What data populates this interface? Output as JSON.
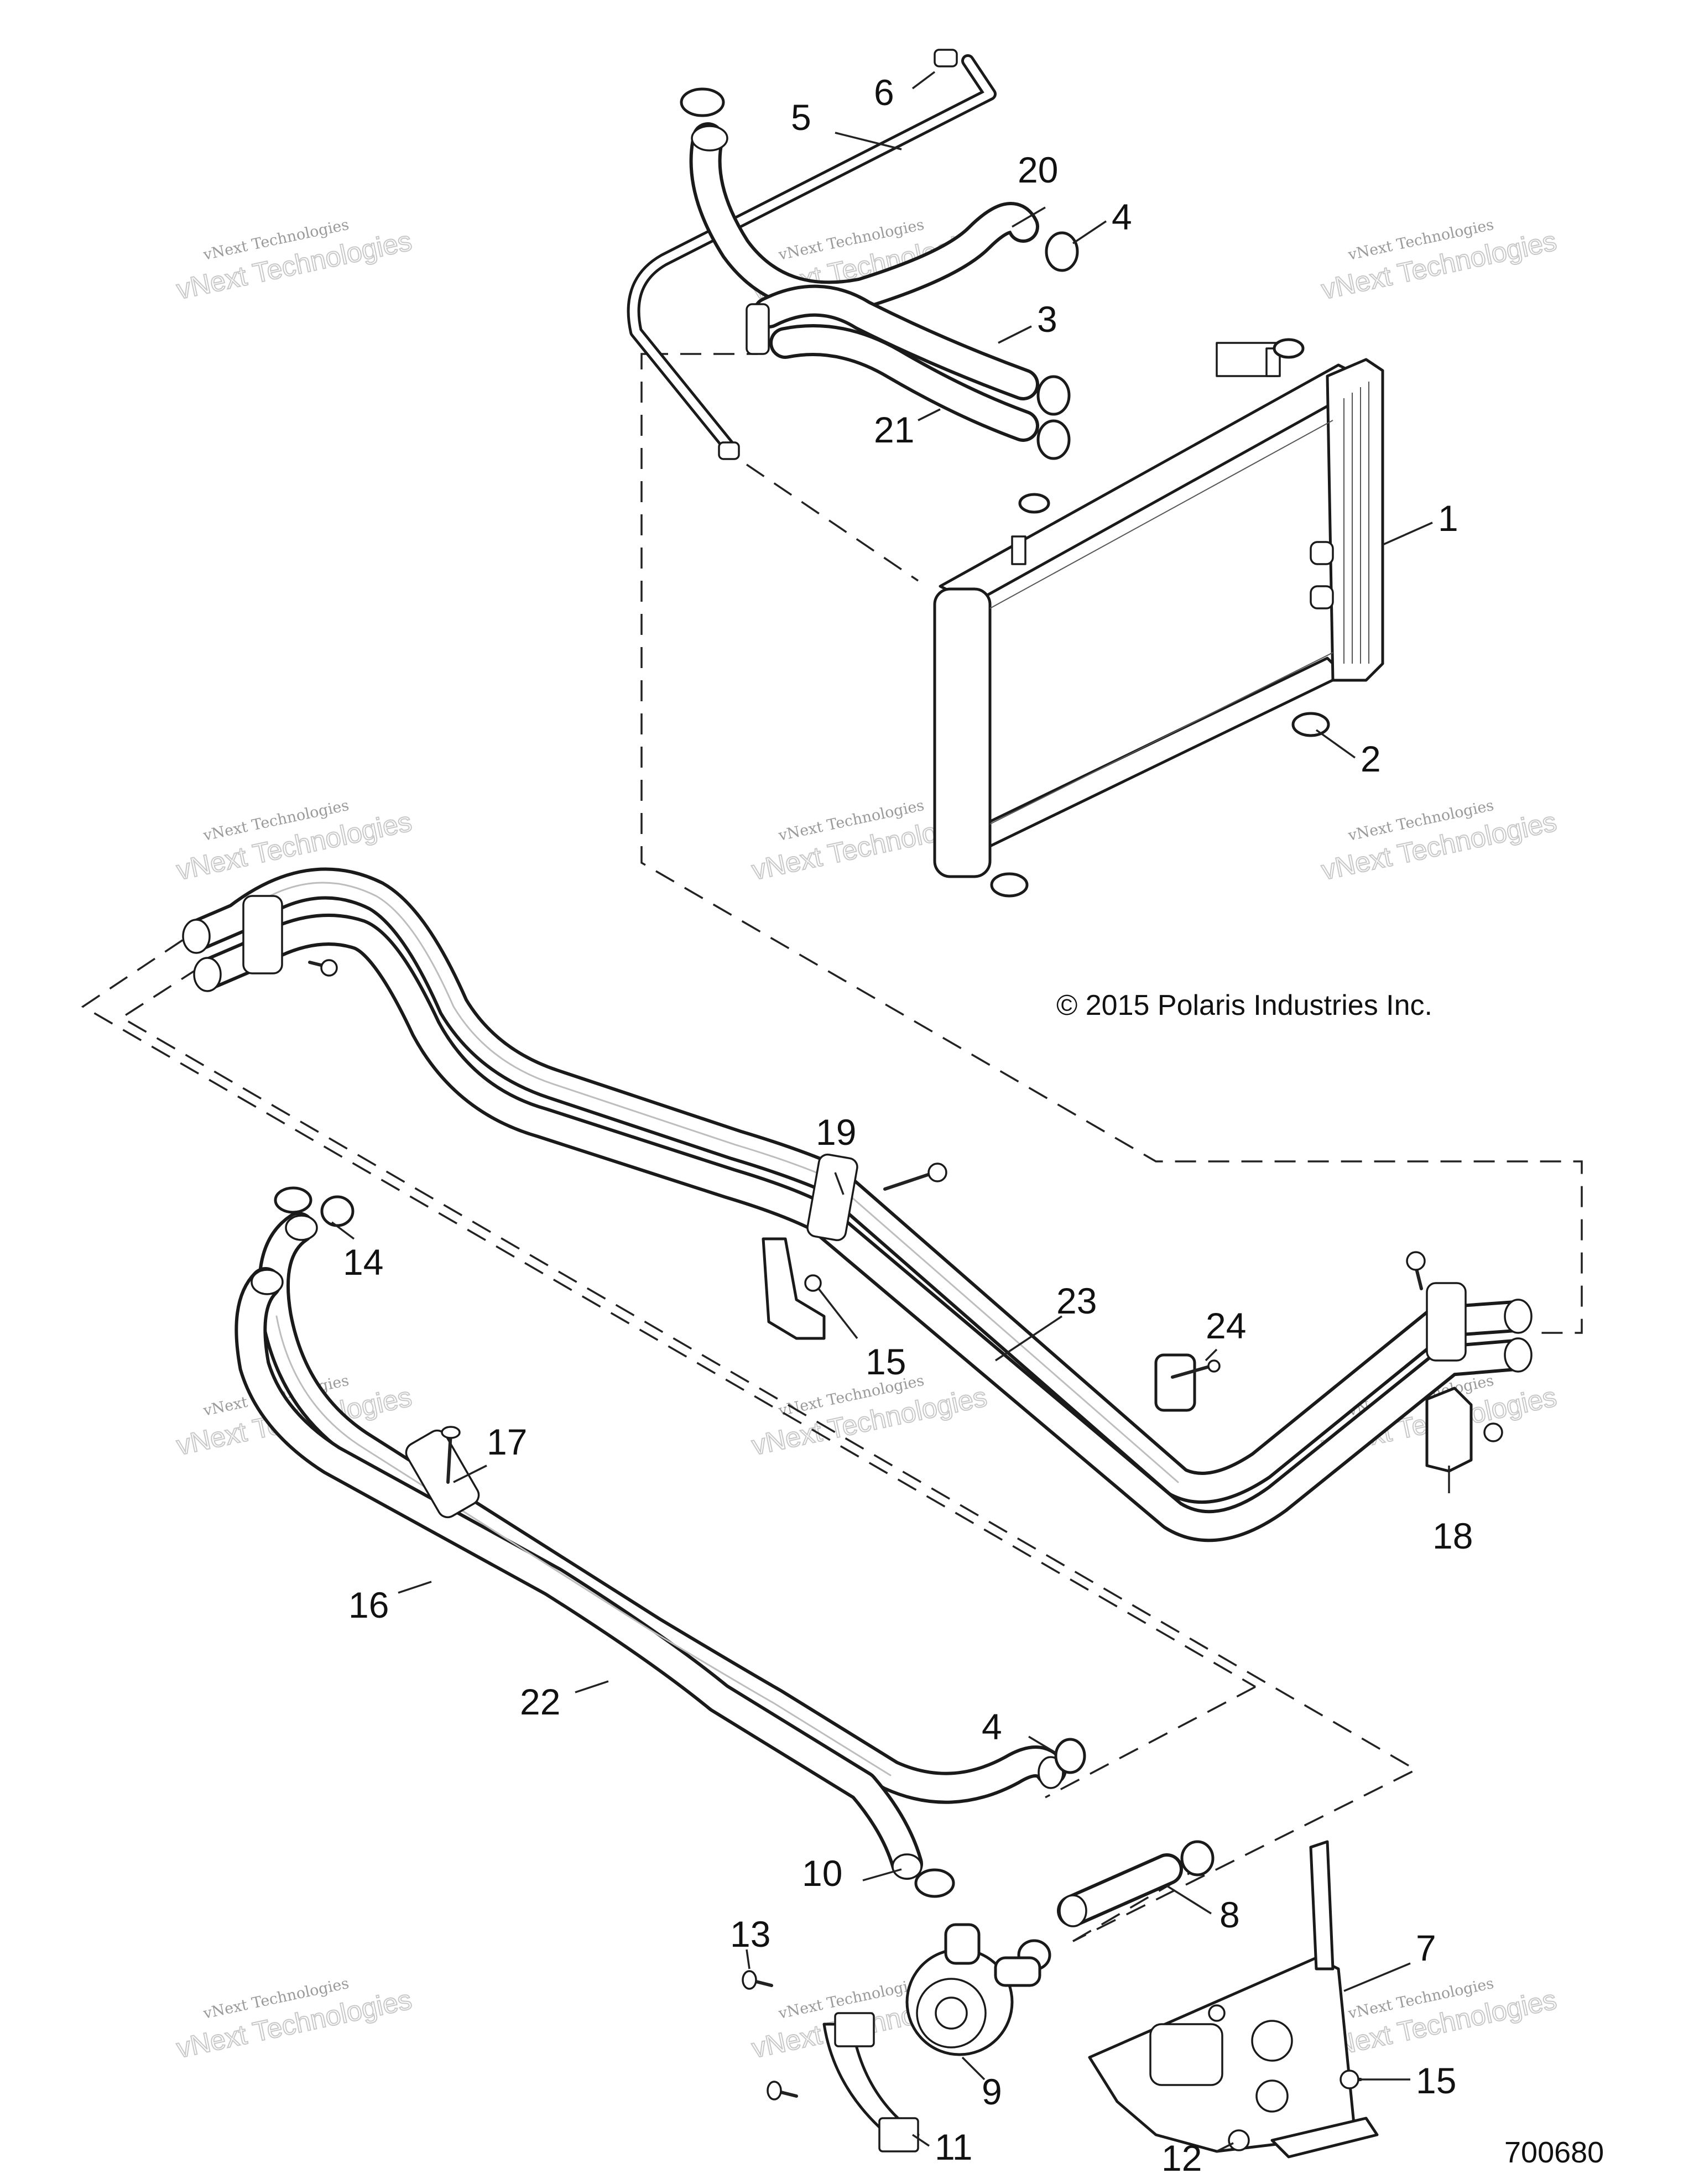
{
  "callouts": {
    "c1": "1",
    "c2": "2",
    "c3": "3",
    "c4a": "4",
    "c4b": "4",
    "c5": "5",
    "c6": "6",
    "c7": "7",
    "c8": "8",
    "c9": "9",
    "c10": "10",
    "c11": "11",
    "c12": "12",
    "c13": "13",
    "c14": "14",
    "c15a": "15",
    "c15b": "15",
    "c16": "16",
    "c17": "17",
    "c18": "18",
    "c19": "19",
    "c20": "20",
    "c21": "21",
    "c22": "22",
    "c23": "23",
    "c24": "24"
  },
  "copyright": "© 2015 Polaris Industries Inc.",
  "reference_number": "700680",
  "watermark": {
    "line1": "vNext Technologies",
    "line2": "vNext Technologies"
  },
  "colors": {
    "line": "#1a1a1a",
    "background": "#ffffff",
    "watermark": "#c8c8c8"
  }
}
